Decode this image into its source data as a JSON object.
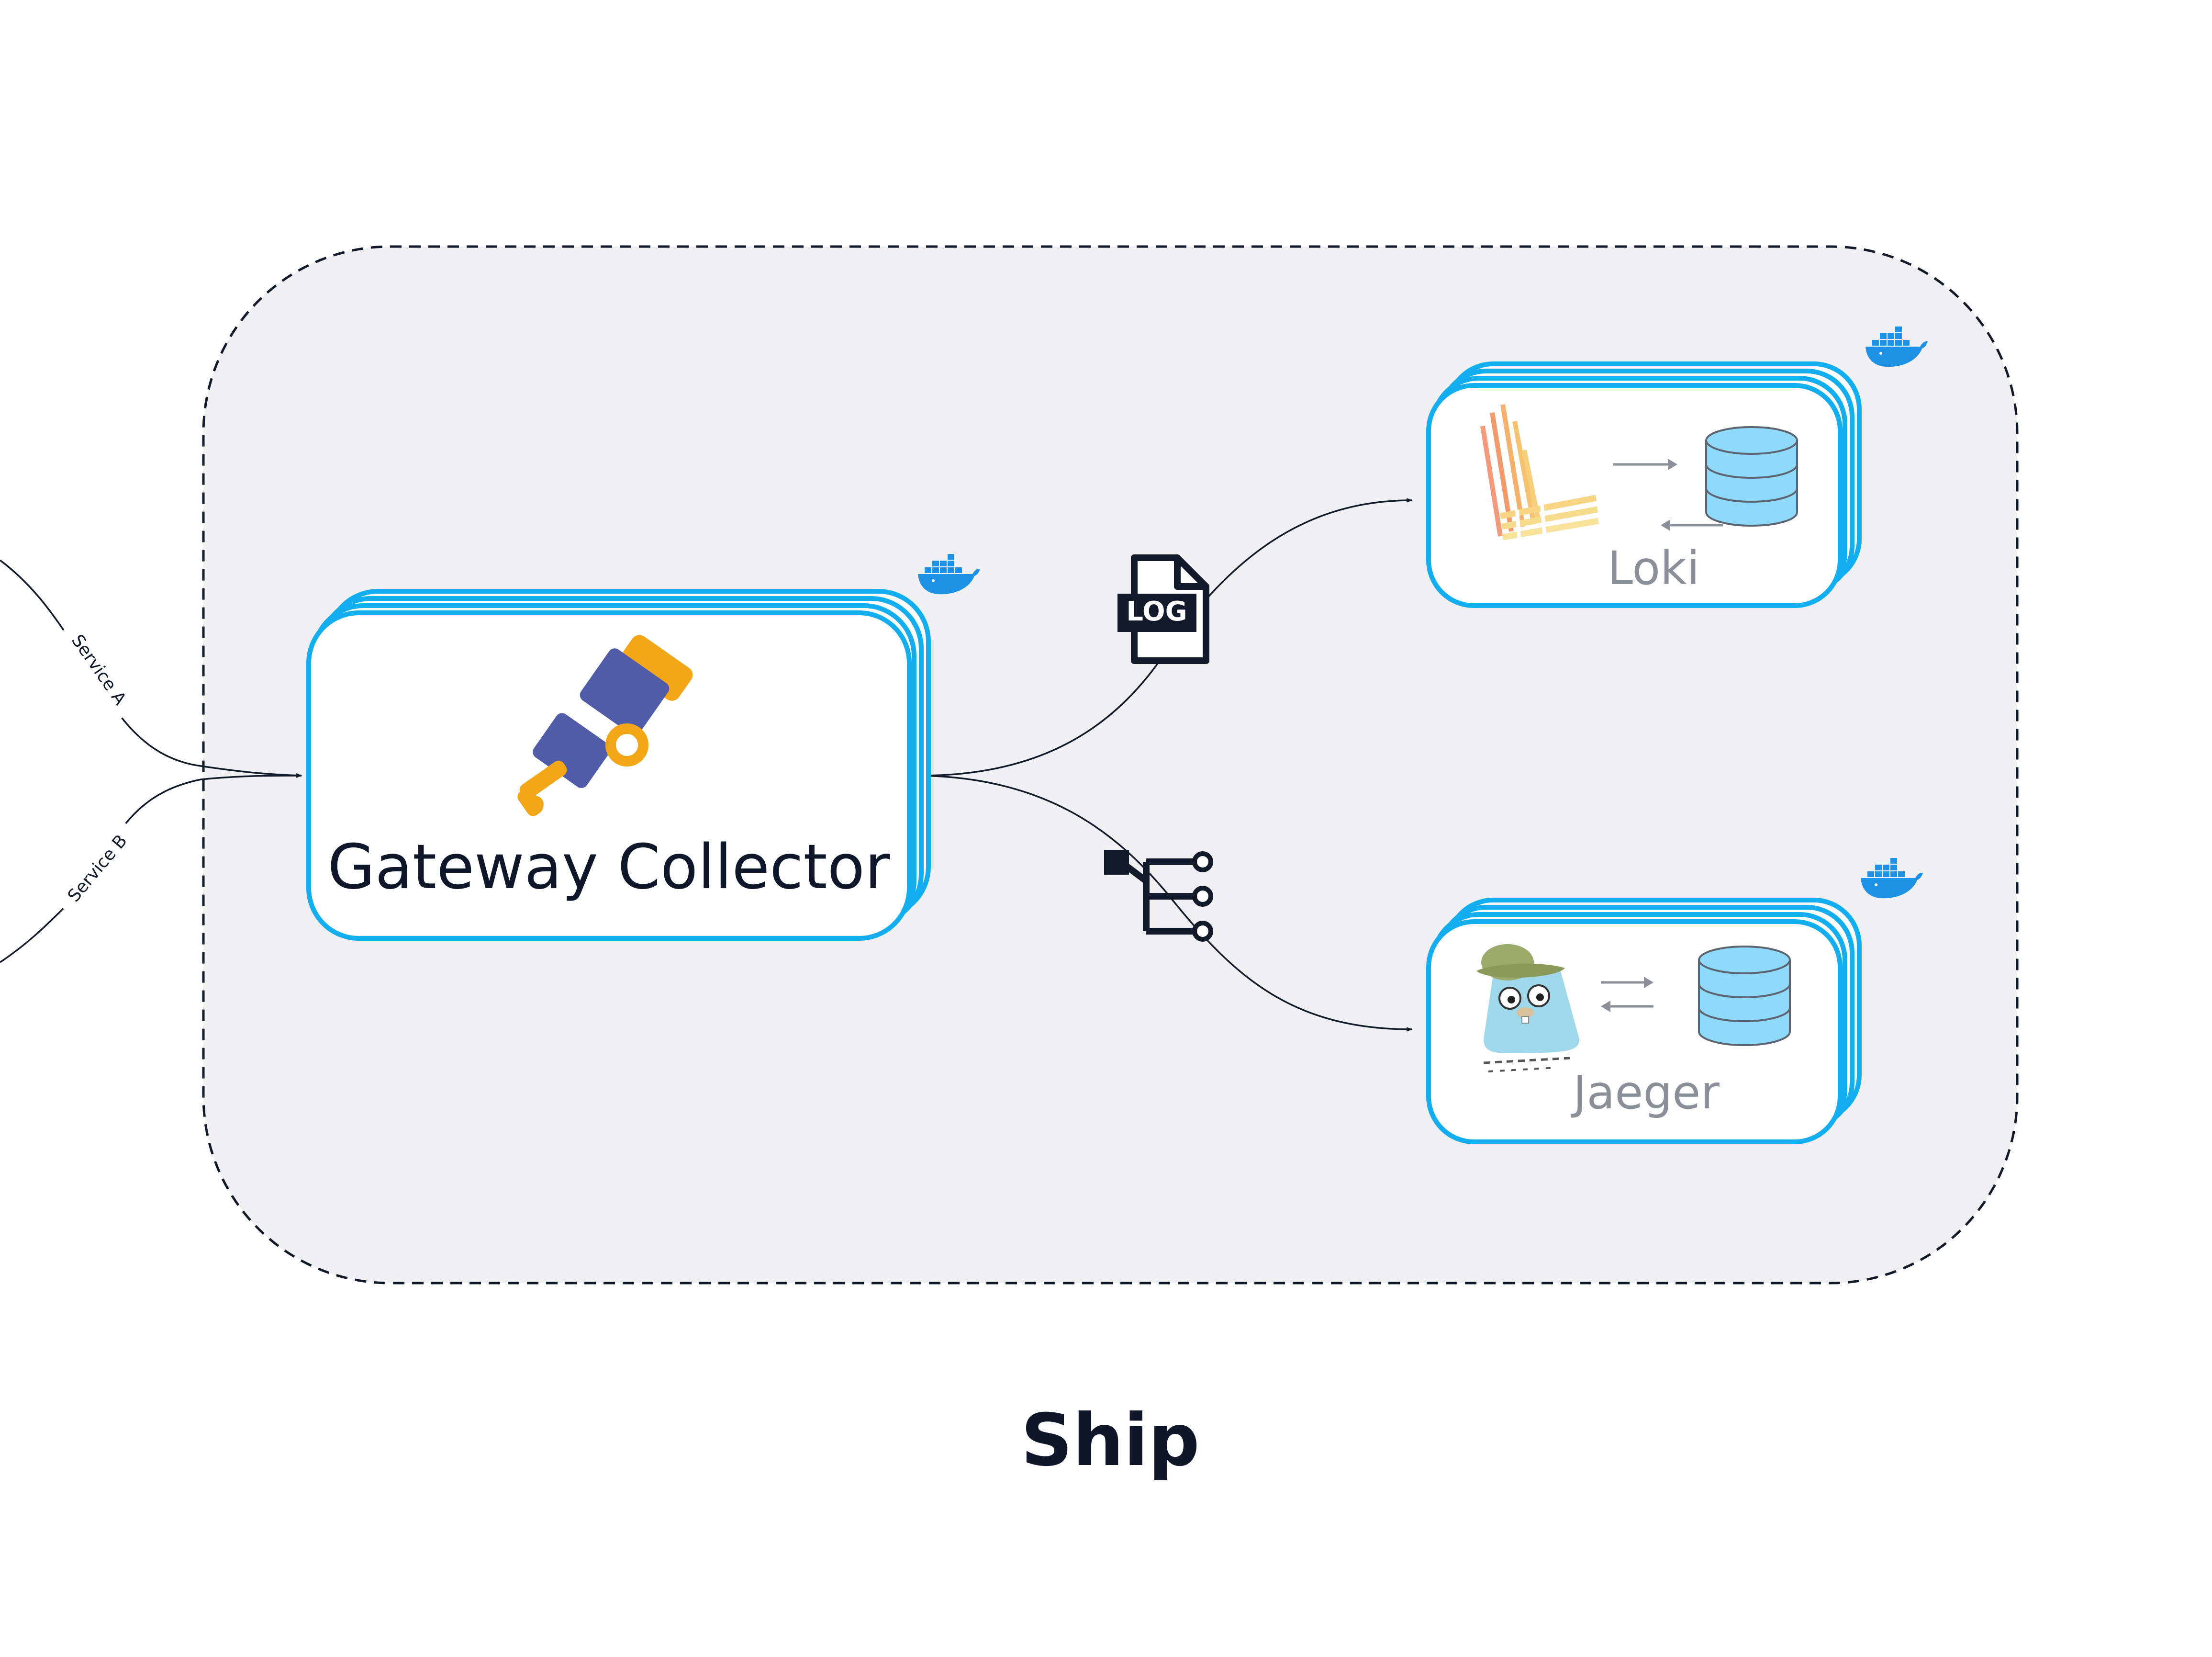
{
  "diagram": {
    "group_label": "Ship",
    "incoming_edges": [
      {
        "label": "Service A"
      },
      {
        "label": "Service B"
      }
    ],
    "nodes": {
      "gateway": {
        "label": "Gateway Collector",
        "icon": "telescope-icon"
      },
      "loki": {
        "label": "Loki",
        "icon": "loki-logo-icon"
      },
      "jaeger": {
        "label": "Jaeger",
        "icon": "jaeger-gopher-icon"
      }
    },
    "edge_icons": {
      "logs": {
        "icon": "log-file-icon",
        "text": "LOG"
      },
      "traces": {
        "icon": "trace-tree-icon"
      }
    },
    "colors": {
      "node_border": "#13aef0",
      "group_fill": "#f0f0f2",
      "docker_blue": "#1d91e6",
      "database": "#8fd9fa",
      "telescope_orange": "#f2a618",
      "telescope_purple": "#505ca8"
    }
  }
}
